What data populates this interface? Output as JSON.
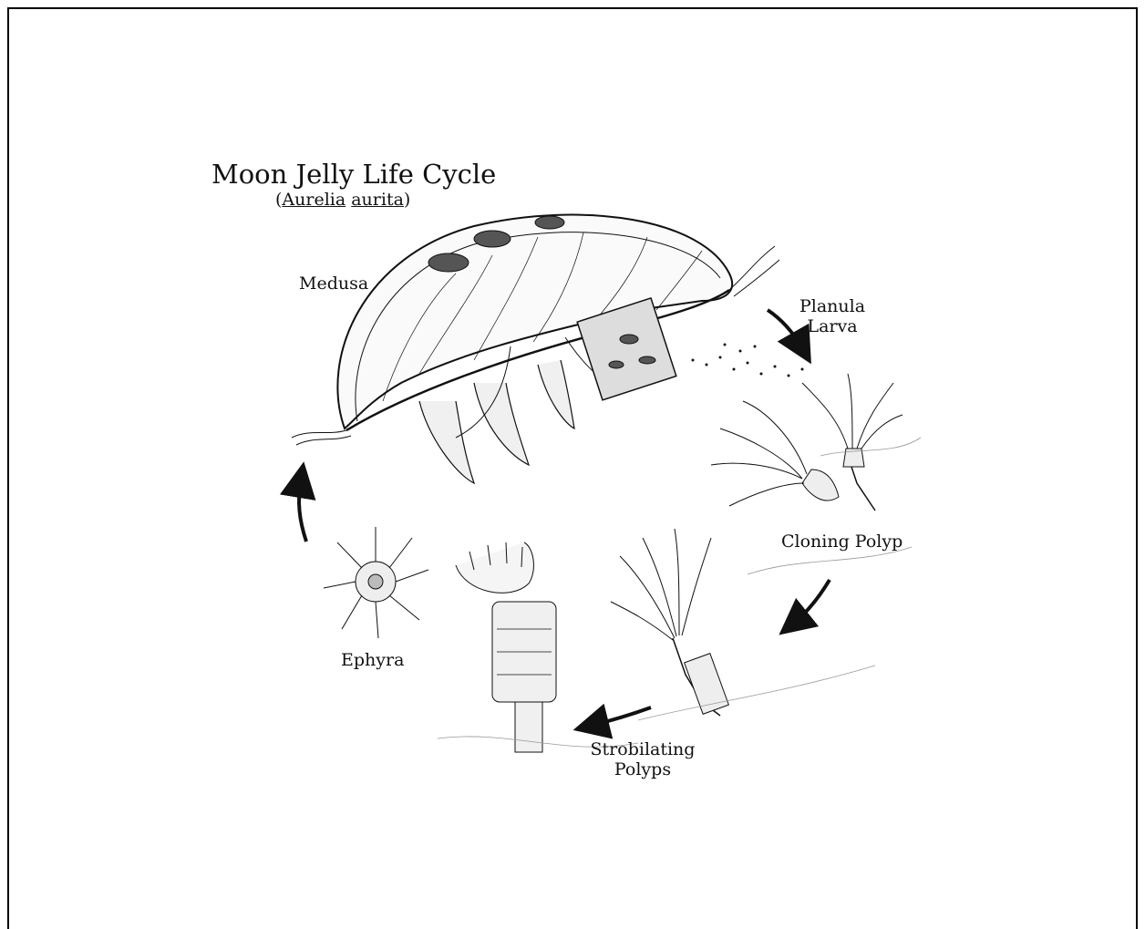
{
  "title": "Moon Jelly Life Cycle",
  "subtitle": {
    "open": "(",
    "genus": "Aurelia",
    "space": " ",
    "species": "aurita",
    "close": ")"
  },
  "stages": {
    "medusa": "Medusa",
    "planula_line1": "Planula",
    "planula_line2": "Larva",
    "cloning_polyp": "Cloning Polyp",
    "strobilating_line1": "Strobilating",
    "strobilating_line2": "Polyps",
    "ephyra": "Ephyra"
  },
  "colors": {
    "ink": "#111111",
    "paper": "#ffffff",
    "shade": "#888888"
  }
}
